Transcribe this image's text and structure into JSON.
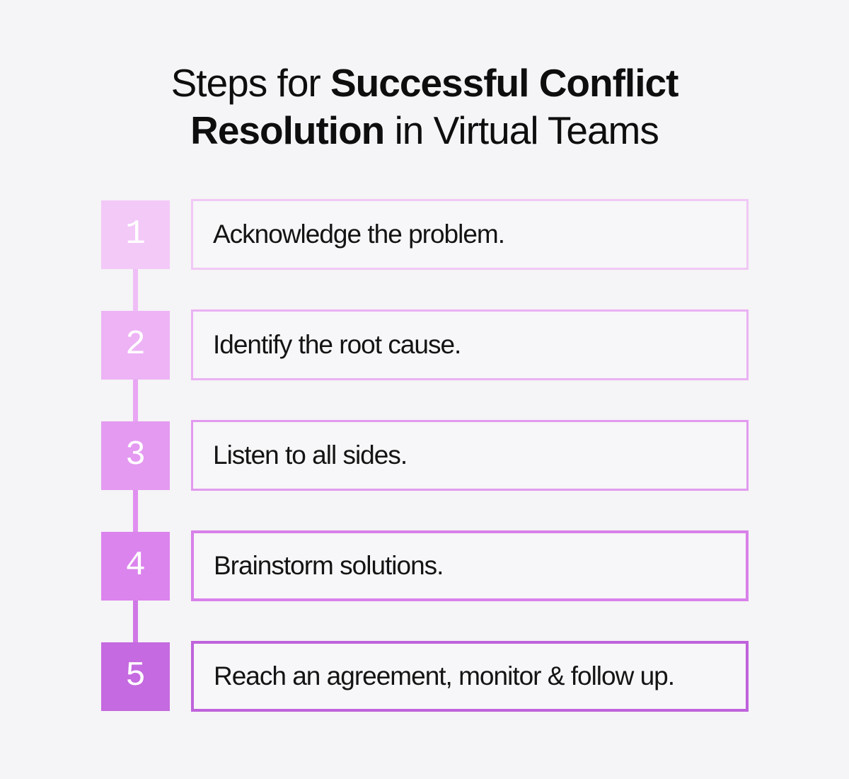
{
  "page": {
    "background": "#f5f4f6",
    "text_color": "#141414",
    "number_color": "#ffffff"
  },
  "title": {
    "prefix": "Steps for ",
    "bold": "Successful Conflict Resolution",
    "suffix": " in Virtual Teams"
  },
  "steps": [
    {
      "number": "1",
      "label": "Acknowledge the problem.",
      "square_color": "#f3c9f8",
      "box_border_color": "#f1c8f6",
      "connector_color": "#f0bef6"
    },
    {
      "number": "2",
      "label": "Identify the root cause.",
      "square_color": "#edb3f5",
      "box_border_color": "#eab2f3",
      "connector_color": "#e8a6f3"
    },
    {
      "number": "3",
      "label": "Listen to all sides.",
      "square_color": "#e49af1",
      "box_border_color": "#e29af0",
      "connector_color": "#e08fef"
    },
    {
      "number": "4",
      "label": "Brainstorm solutions.",
      "square_color": "#db84ed",
      "box_border_color": "#d881ea",
      "connector_color": "#d077e6"
    },
    {
      "number": "5",
      "label": "Reach an agreement, monitor & follow up.",
      "square_color": "#c56ae0",
      "box_border_color": "#bf63db",
      "connector_color": null
    }
  ]
}
